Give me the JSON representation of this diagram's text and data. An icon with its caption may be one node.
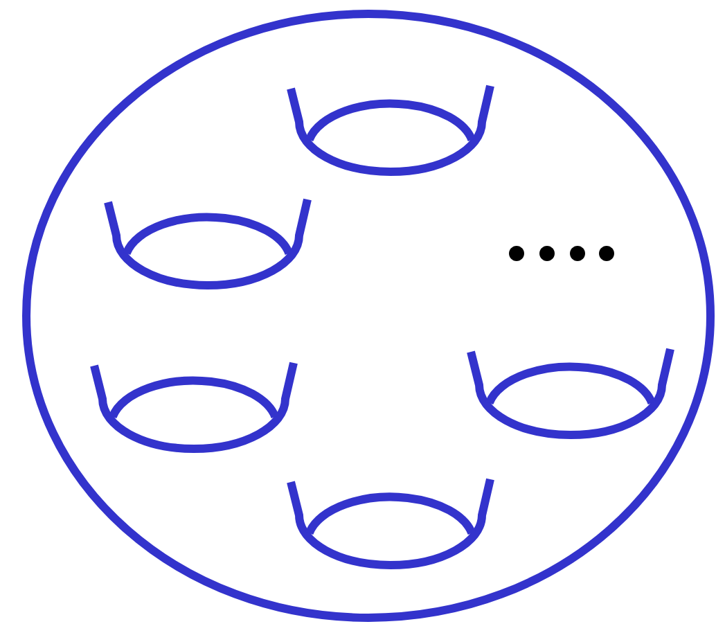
{
  "diagram": {
    "nodes": [
      {
        "text": [],
        "shape": "ellipse"
      },
      {
        "text": [],
        "shape": "handle",
        "in": 0
      },
      {
        "text": [],
        "shape": "handle",
        "in": 0
      },
      {
        "text": [],
        "shape": "handle",
        "in": 0
      },
      {
        "text": [],
        "shape": "handle",
        "in": 0
      },
      {
        "text": [],
        "shape": "handle",
        "in": 0
      }
    ]
  }
}
